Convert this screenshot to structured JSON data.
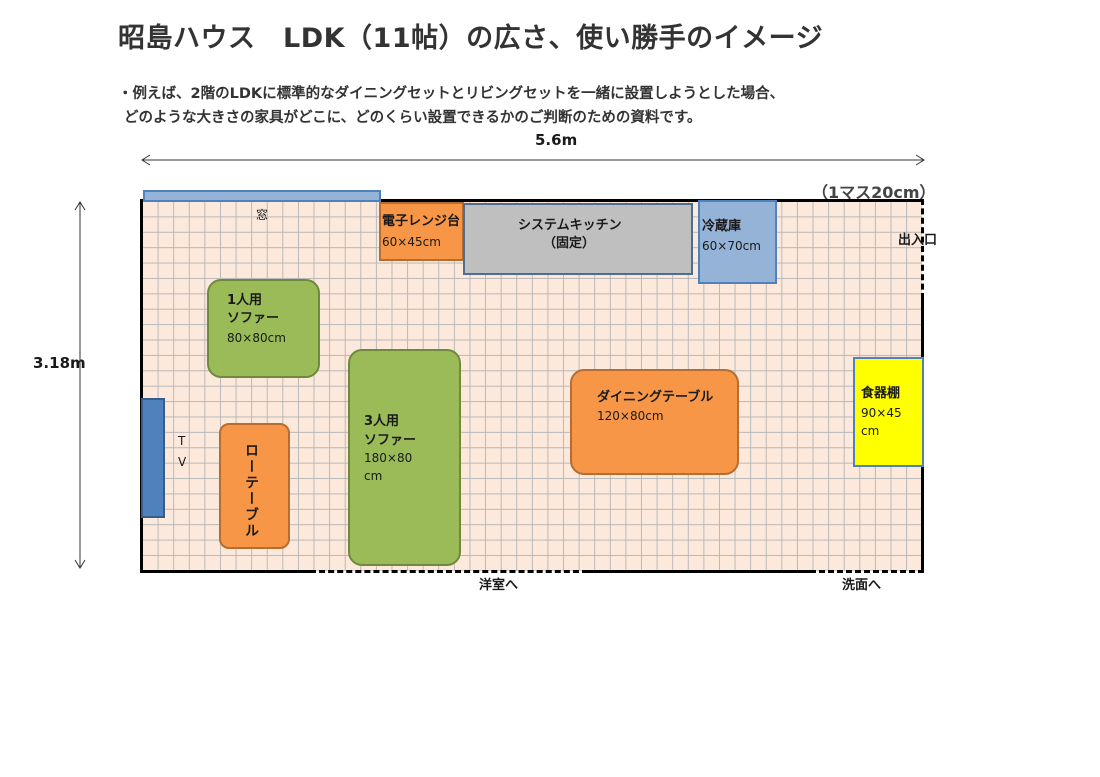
{
  "title": "昭島ハウス　LDK（11帖）の広さ、使い勝手のイメージ",
  "description": {
    "line1": "・例えば、2階のLDKに標準的なダイニングセットとリビングセットを一緒に設置しようとした場合、",
    "line2": "どのような大きさの家具がどこに、どのくらい設置できるかのご判断のための資料です。"
  },
  "dimensions": {
    "width": "5.6m",
    "height": "3.18m",
    "scale": "（1マス20cm）"
  },
  "labels": {
    "window": "窓",
    "entrance": "出入口",
    "to_western_room": "洋室へ",
    "to_washroom": "洗面へ",
    "tv_t": "T",
    "tv_v": "V"
  },
  "furniture": {
    "microwave": {
      "name": "電子レンジ台",
      "size": "60×45cm"
    },
    "kitchen": {
      "name": "システムキッチン",
      "note": "（固定）"
    },
    "fridge": {
      "name": "冷蔵庫",
      "size": "60×70cm"
    },
    "sofa1": {
      "name1": "1人用",
      "name2": "ソファー",
      "size": "80×80cm"
    },
    "sofa3": {
      "name1": "3人用",
      "name2": "ソファー",
      "size1": "180×80",
      "size2": "cm"
    },
    "dining": {
      "name": "ダイニングテーブル",
      "size": "120×80cm"
    },
    "cupboard": {
      "name": "食器棚",
      "size1": "90×45",
      "size2": "cm"
    },
    "lowtable": {
      "name": "ローテーブル"
    }
  },
  "colors": {
    "floor": "#fde9dc",
    "sofa": "#9bbb59",
    "table": "#f79646",
    "kitchen": "#bfbfbf",
    "fridge": "#95b3d7",
    "tv": "#4f81bd",
    "cupboard": "#ffff00"
  }
}
